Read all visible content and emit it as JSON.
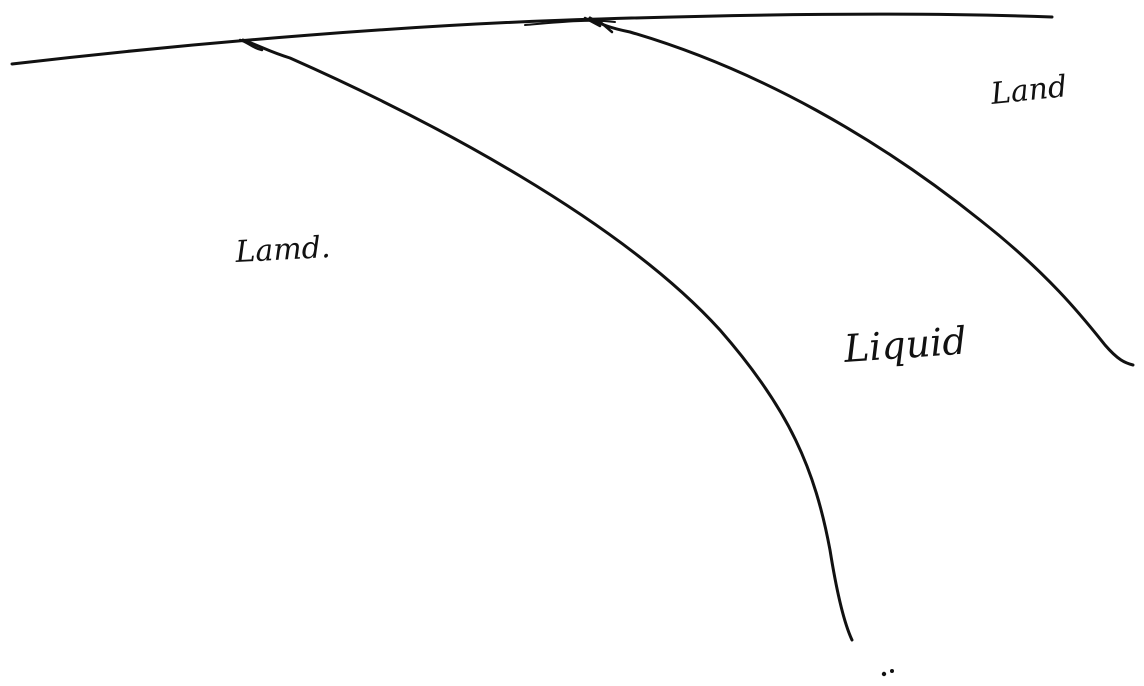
{
  "diagram": {
    "labels": {
      "left_region": "Lamd.",
      "upper_right_region": "Land",
      "middle_region": "Liquid"
    },
    "colors": {
      "ink": "#111111",
      "background": "#ffffff"
    }
  }
}
